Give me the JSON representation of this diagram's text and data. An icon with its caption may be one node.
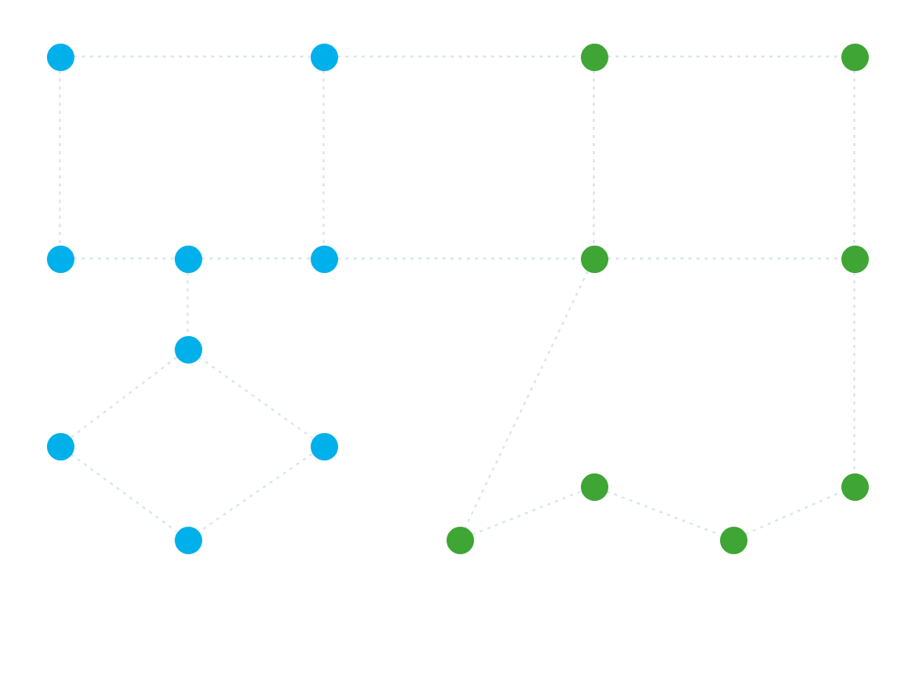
{
  "diagram": {
    "nodes": [
      {
        "text": [],
        "shape": "circle"
      },
      {
        "text": [],
        "shape": "circle"
      },
      {
        "text": [],
        "shape": "circle"
      },
      {
        "text": [],
        "shape": "circle"
      },
      {
        "text": [],
        "shape": "circle"
      },
      {
        "text": [],
        "shape": "circle"
      },
      {
        "text": [],
        "shape": "circle"
      },
      {
        "text": [],
        "shape": "circle"
      },
      {
        "text": [],
        "shape": "circle"
      },
      {
        "text": [],
        "shape": "circle"
      },
      {
        "text": [],
        "shape": "circle"
      },
      {
        "text": [],
        "shape": "circle"
      },
      {
        "text": [],
        "shape": "circle"
      },
      {
        "text": [],
        "shape": "circle"
      },
      {
        "text": [],
        "shape": "circle"
      },
      {
        "text": [],
        "shape": "circle"
      },
      {
        "text": [],
        "shape": "circle"
      }
    ],
    "edges": [
      {
        "from": 0,
        "to": 1,
        "arrow": "none"
      },
      {
        "from": 0,
        "to": 2,
        "arrow": "none"
      },
      {
        "from": 1,
        "to": 4,
        "arrow": "none"
      },
      {
        "from": 2,
        "to": 3,
        "arrow": "none"
      },
      {
        "from": 3,
        "to": 4,
        "arrow": "none"
      },
      {
        "from": 3,
        "to": 5,
        "arrow": "none"
      },
      {
        "from": 5,
        "to": 6,
        "arrow": "none"
      },
      {
        "from": 5,
        "to": 7,
        "arrow": "none"
      },
      {
        "from": 6,
        "to": 8,
        "arrow": "none"
      },
      {
        "from": 7,
        "to": 8,
        "arrow": "none"
      },
      {
        "from": 1,
        "to": 9,
        "arrow": "none"
      },
      {
        "from": 4,
        "to": 11,
        "arrow": "none"
      },
      {
        "from": 9,
        "to": 10,
        "arrow": "none"
      },
      {
        "from": 9,
        "to": 11,
        "arrow": "none"
      },
      {
        "from": 10,
        "to": 12,
        "arrow": "none"
      },
      {
        "from": 11,
        "to": 12,
        "arrow": "none"
      },
      {
        "from": 11,
        "to": 13,
        "arrow": "none"
      },
      {
        "from": 13,
        "to": 14,
        "arrow": "none"
      },
      {
        "from": 14,
        "to": 15,
        "arrow": "none"
      },
      {
        "from": 15,
        "to": 16,
        "arrow": "none"
      },
      {
        "from": 12,
        "to": 16,
        "arrow": "none"
      }
    ]
  }
}
